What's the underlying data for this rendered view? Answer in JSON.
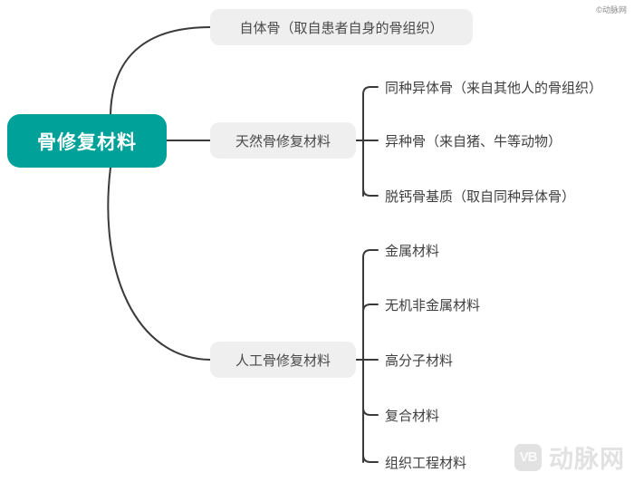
{
  "diagram": {
    "type": "mindmap",
    "title": "骨修复材料",
    "root": {
      "label": "骨修复材料",
      "color": "#00A199",
      "text_color": "#ffffff"
    },
    "branches": [
      {
        "label": "自体骨（取自患者自身的骨组织）",
        "style": "pill",
        "children": []
      },
      {
        "label": "天然骨修复材料",
        "style": "pill",
        "children": [
          {
            "label": "同种异体骨（来自其他人的骨组织）"
          },
          {
            "label": "异种骨（来自猪、牛等动物）"
          },
          {
            "label": "脱钙骨基质（取自同种异体骨）"
          }
        ]
      },
      {
        "label": "人工骨修复材料",
        "style": "pill",
        "children": [
          {
            "label": "金属材料"
          },
          {
            "label": "无机非金属材料"
          },
          {
            "label": "高分子材料"
          },
          {
            "label": "复合材料"
          },
          {
            "label": "组织工程材料"
          }
        ]
      }
    ],
    "colors": {
      "accent": "#00A199",
      "node_bg": "#efefef",
      "line": "#3a3a3a",
      "text": "#3f3f3f",
      "watermark": "#e2e2e2"
    }
  },
  "watermarks": {
    "top_right": "©动脉网",
    "bottom_badge": "VB",
    "bottom_text": "动脉网"
  }
}
